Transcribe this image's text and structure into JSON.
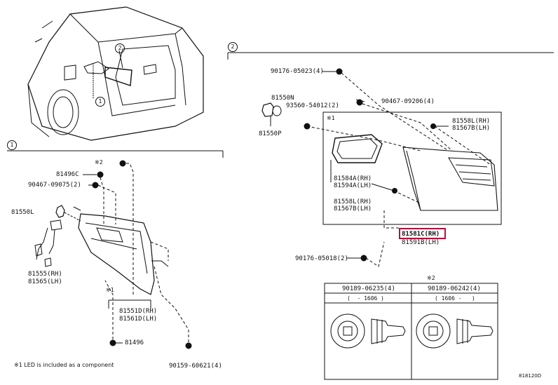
{
  "section_markers": {
    "one": "1",
    "two": "2"
  },
  "labels": {
    "p90176_05023": "90176-05023(4)",
    "p81550N": "81550N",
    "p93560": "93560-54012(2)",
    "p81550P": "81550P",
    "p90467_09206": "90467-09206(4)",
    "p81558L_top": "81558L(RH)",
    "p81567B_top": "81567B(LH)",
    "p81584A": "81584A(RH)",
    "p81594A": "81594A(LH)",
    "p81558L_mid": "81558L(RH)",
    "p81567B_mid": "81567B(LH)",
    "p81581C": "81581C(RH)",
    "p81591B": "81591B(LH)",
    "p90176_05018": "90176-05018(2)",
    "p81496C": "81496C",
    "p90467_09075": "90467-09075(2)",
    "p81550L": "81550L",
    "p81555": "81555(RH)",
    "p81565": "81565(LH)",
    "p81551D": "81551D(RH)",
    "p81561D": "81561D(LH)",
    "p81496": "81496",
    "p90159": "90159-60621(4)",
    "star2_a": "※2",
    "star1_a": "※1",
    "star2_table": "※2",
    "table_col1": "90189-06235(4)",
    "table_col2": "90189-06242(4)",
    "table_sub1": "(  - 1606 )",
    "table_sub2": "( 1606 -   )",
    "footnote": "※1  LED is included as a component",
    "diagram_code": "818120D"
  },
  "callouts": {
    "c1": "1",
    "c2": "2"
  }
}
